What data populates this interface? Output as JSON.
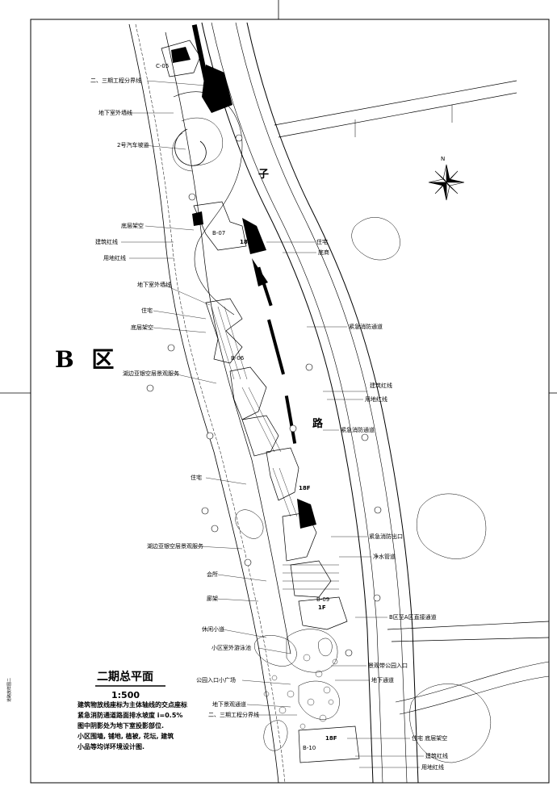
{
  "zone_title": "B 区",
  "plan_title": "二期总平面",
  "scale": "1:500",
  "notes": [
    "建筑物放线座标为主体轴线的交点座标",
    "紧急消防通道路面排水坡度 i=0.5%",
    "图中阴影处为地下室投影部位.",
    "小区围墙, 铺地, 植被, 花坛, 建筑",
    "小品等均详环境设计图."
  ],
  "road_chars": [
    "子",
    "路"
  ],
  "north_label": "N",
  "side_text": "道路放样图二",
  "buildings": [
    {
      "tag": "B-07",
      "floors": "18F"
    },
    {
      "tag": "B-06",
      "floors": "18F"
    },
    {
      "tag": "B-09",
      "floors": "1F"
    },
    {
      "tag": "B-10",
      "floors": "18F"
    },
    {
      "tag": "C-05",
      "floors": ""
    }
  ],
  "left_labels": [
    "二、三期工程分界线",
    "地下室外墙线",
    "2号汽车坡道",
    "底层架空",
    "建筑红线",
    "用地红线",
    "地下室外墙线",
    "住宅",
    "底层架空",
    "湖边亚银空层景观服务",
    "住宅",
    "湖边亚银空层景观服务",
    "会所",
    "廊架",
    "休闲小道",
    "小区室外游泳池",
    "公园入口小广场",
    "地下景观通道",
    "二、三期工程分界线"
  ],
  "right_labels": [
    "住宅",
    "底商",
    "紧急消防通道",
    "建筑红线",
    "用地红线",
    "紧急消防通道",
    "紧急消防出口",
    "净水管道",
    "B区至A区直接通道",
    "景观带公园入口",
    "地下通道",
    "住宅  底层架空",
    "建筑红线",
    "用地红线"
  ]
}
